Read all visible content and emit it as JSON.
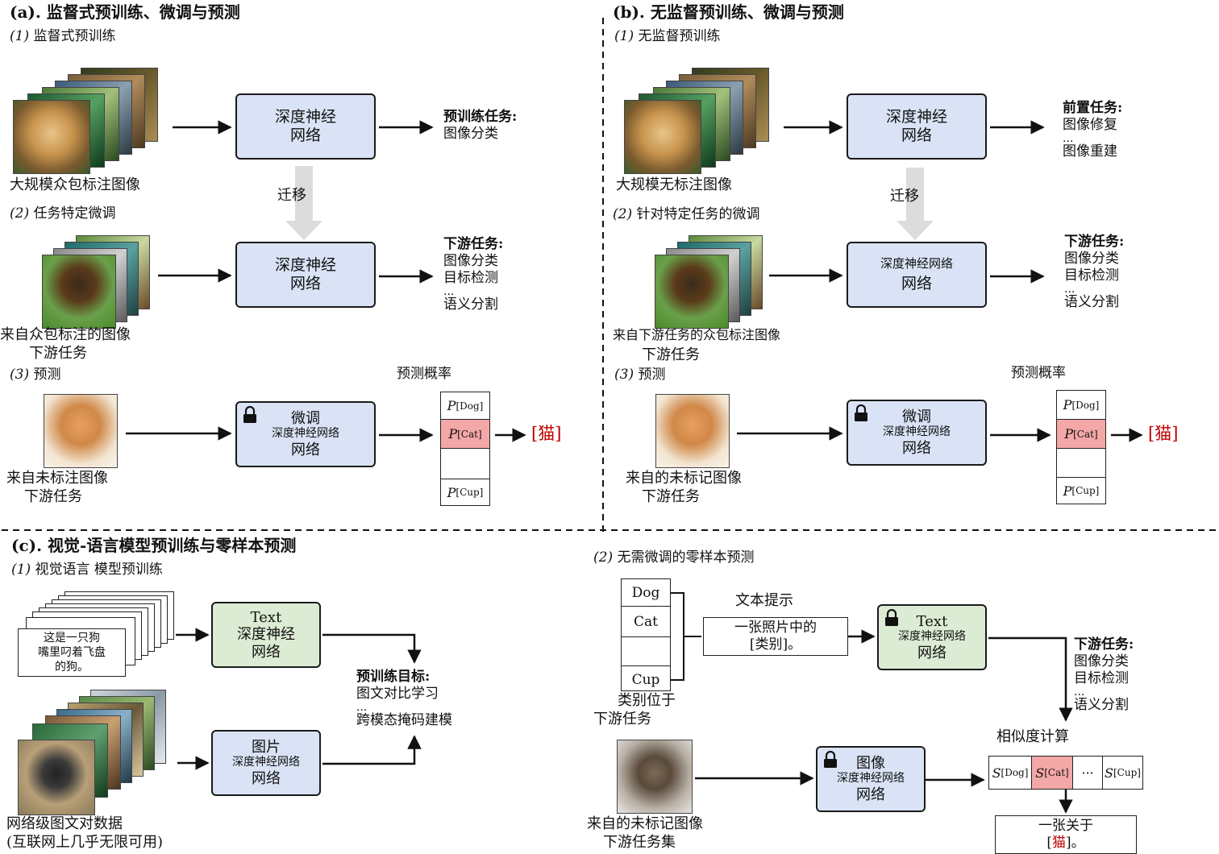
{
  "panel_a": {
    "title": "(a). 监督式预训练、微调与预测",
    "step1_num": "(1)",
    "step1": "监督式预训练",
    "images1_caption": "大规模众包标注图像",
    "dnn": "深度神经网络",
    "dnn_line1": "深度神经",
    "dnn_line2": "网络",
    "pretrain_task_title": "预训练任务:",
    "pretrain_task": "图像分类",
    "transfer": "迁移",
    "step2_num": "(2)",
    "step2": "任务特定微调",
    "images2_caption_1": "来自众包标注的图像",
    "images2_caption_2": "下游任务",
    "downstream_title": "下游任务:",
    "downstream_1": "图像分类",
    "downstream_2": "目标检测",
    "ellipsis": "...",
    "downstream_3": "语义分割",
    "step3_num": "(3)",
    "step3": "预测",
    "prob_title": "预测概率",
    "finetune_label": "微调",
    "finetune_sub": "深度神经网络",
    "finetune_net": "网络",
    "images3_caption_1": "来自未标注图像",
    "images3_caption_2": "下游任务",
    "p_dog": "P",
    "p_dog_sub": "[Dog]",
    "p_cat": "P",
    "p_cat_sub": "[Cat]",
    "p_cup": "P",
    "p_cup_sub": "[Cup]",
    "result": "[猫]"
  },
  "panel_b": {
    "title": "(b). 无监督预训练、微调与预测",
    "step1_num": "(1)",
    "step1": "无监督预训练",
    "images1_caption": "大规模无标注图像",
    "dnn_line1": "深度神经",
    "dnn_line2": "网络",
    "pretext_title": "前置任务:",
    "pretext_1": "图像修复",
    "ellipsis": "...",
    "pretext_2": "图像重建",
    "transfer": "迁移",
    "step2_num": "(2)",
    "step2": "针对特定任务的微调",
    "mid_sub": "深度神经网络",
    "mid_net": "网络",
    "images2_caption_1": "来自下游任务的众包标注图像",
    "images2_caption_2": "下游任务",
    "downstream_title": "下游任务:",
    "downstream_1": "图像分类",
    "downstream_2": "目标检测",
    "downstream_3": "语义分割",
    "step3_num": "(3)",
    "step3": "预测",
    "prob_title": "预测概率",
    "finetune_label": "微调",
    "finetune_sub": "深度神经网络",
    "finetune_net": "网络",
    "images3_caption_1": "来自的未标记图像",
    "images3_caption_2": "下游任务",
    "p_dog": "P",
    "p_dog_sub": "[Dog]",
    "p_cat": "P",
    "p_cat_sub": "[Cat]",
    "p_cup": "P",
    "p_cup_sub": "[Cup]",
    "result": "[猫]"
  },
  "panel_c": {
    "title": "(c). 视觉-语言模型预训练与零样本预测",
    "step1_num": "(1)",
    "step1": "视觉语言 模型预训练",
    "text_doc_1": "这是一只狗",
    "text_doc_2": "嘴里叼着飞盘",
    "text_doc_3": "的狗。",
    "text_enc_1": "Text",
    "text_enc_2": "深度神经",
    "text_enc_3": "网络",
    "img_enc_1": "图片",
    "img_enc_2": "深度神经网络",
    "img_enc_3": "网络",
    "objective_title": "预训练目标:",
    "objective_1": "图文对比学习",
    "ellipsis": "...",
    "objective_2": "跨模态掩码建模",
    "web_caption_1": "网络级图文对数据",
    "web_caption_2": "(互联网上几乎无限可用)",
    "step2_num": "(2)",
    "step2": "无需微调的零样本预测",
    "classes": [
      "Dog",
      "Cat",
      "",
      "Cup"
    ],
    "classes_caption_1": "类别位于",
    "classes_caption_2": "下游任务",
    "prompt_title": "文本提示",
    "prompt_1": "一张照片中的",
    "prompt_2": "[类别]。",
    "zs_text_1": "Text",
    "zs_text_2": "深度神经网络",
    "zs_text_3": "网络",
    "downstream_title": "下游任务:",
    "downstream_1": "图像分类",
    "downstream_2": "目标检测",
    "downstream_3": "语义分割",
    "similarity": "相似度计算",
    "zs_img_1": "图像",
    "zs_img_2": "深度神经网络",
    "zs_img_3": "网络",
    "s_dog": "S",
    "s_dog_sub": "[Dog]",
    "s_cat": "S",
    "s_cat_sub": "[Cat]",
    "s_dots": "···",
    "s_cup": "S",
    "s_cup_sub": "[Cup]",
    "unlabeled_caption_1": "来自的未标记图像",
    "unlabeled_caption_2": "下游任务集",
    "output_1": "一张关于",
    "output_2a": "[",
    "output_2b": "猫",
    "output_2c": "]。"
  },
  "colors": {
    "dnn_blue": "#d9e3f5",
    "text_green": "#dcebd3",
    "highlight_red": "#f4a7a7",
    "result_red": "#c00000"
  }
}
